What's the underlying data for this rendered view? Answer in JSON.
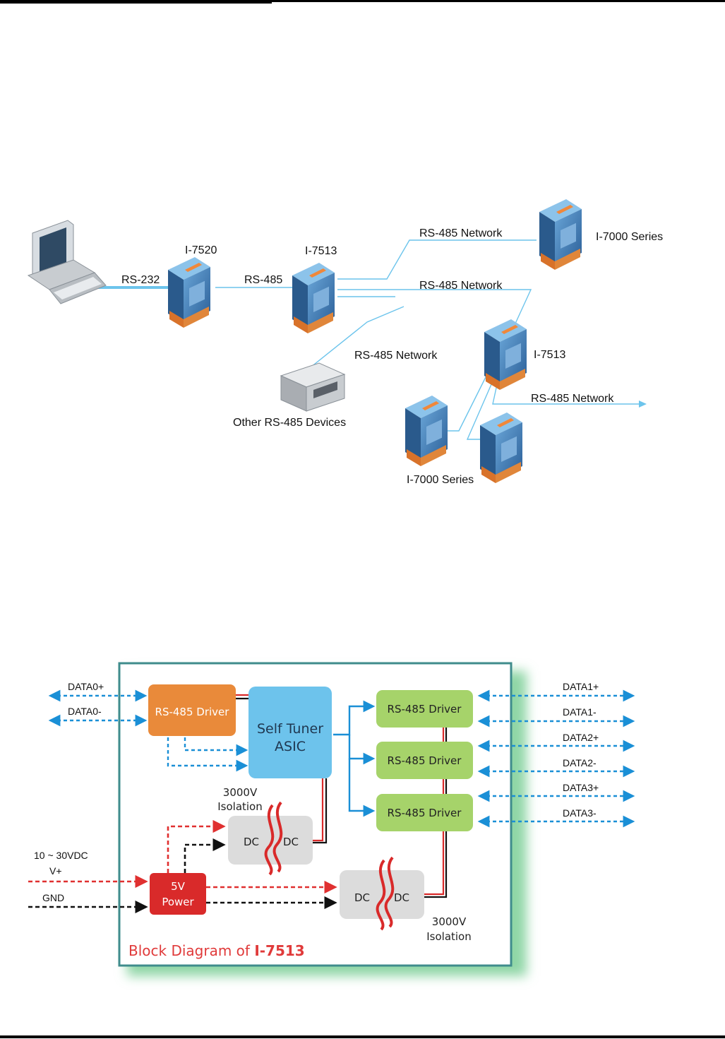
{
  "network_diagram": {
    "link_rs232": "RS-232",
    "link_rs485": "RS-485",
    "converter_label": "I-7520",
    "repeater_label": "I-7513",
    "repeater2_label": "I-7513",
    "network_label_1": "RS-485 Network",
    "network_label_2": "RS-485 Network",
    "network_label_3": "RS-485 Network",
    "network_label_4": "RS-485 Network",
    "series_label_top": "I-7000 Series",
    "series_label_bottom": "I-7000 Series",
    "other_devices_label": "Other RS-485 Devices"
  },
  "block_diagram": {
    "caption_prefix": "Block Diagram of ",
    "caption_model": "I-7513",
    "driver_in": "RS-485 Driver",
    "driver_out_1": "RS-485 Driver",
    "driver_out_2": "RS-485 Driver",
    "driver_out_3": "RS-485 Driver",
    "asic_line1": "Self Tuner",
    "asic_line2": "ASIC",
    "power_line1": "5V",
    "power_line2": "Power",
    "dc": "DC",
    "isolation_1_line1": "3000V",
    "isolation_1_line2": "Isolation",
    "isolation_2_line1": "3000V",
    "isolation_2_line2": "Isolation",
    "input_voltage": "10 ~ 30VDC",
    "vplus": "V+",
    "gnd": "GND",
    "data0p": "DATA0+",
    "data0m": "DATA0-",
    "data1p": "DATA1+",
    "data1m": "DATA1-",
    "data2p": "DATA2+",
    "data2m": "DATA2-",
    "data3p": "DATA3+",
    "data3m": "DATA3-"
  },
  "colors": {
    "link_blue": "#6cc4ec",
    "arrow_blue": "#1a8fd6",
    "driver_orange": "#e98a3a",
    "driver_green": "#a6d36a",
    "asic_blue": "#6dc3ec",
    "power_red": "#d92a2a",
    "dc_grey": "#dcdcdc",
    "frame_teal": "#3f8c8c"
  }
}
